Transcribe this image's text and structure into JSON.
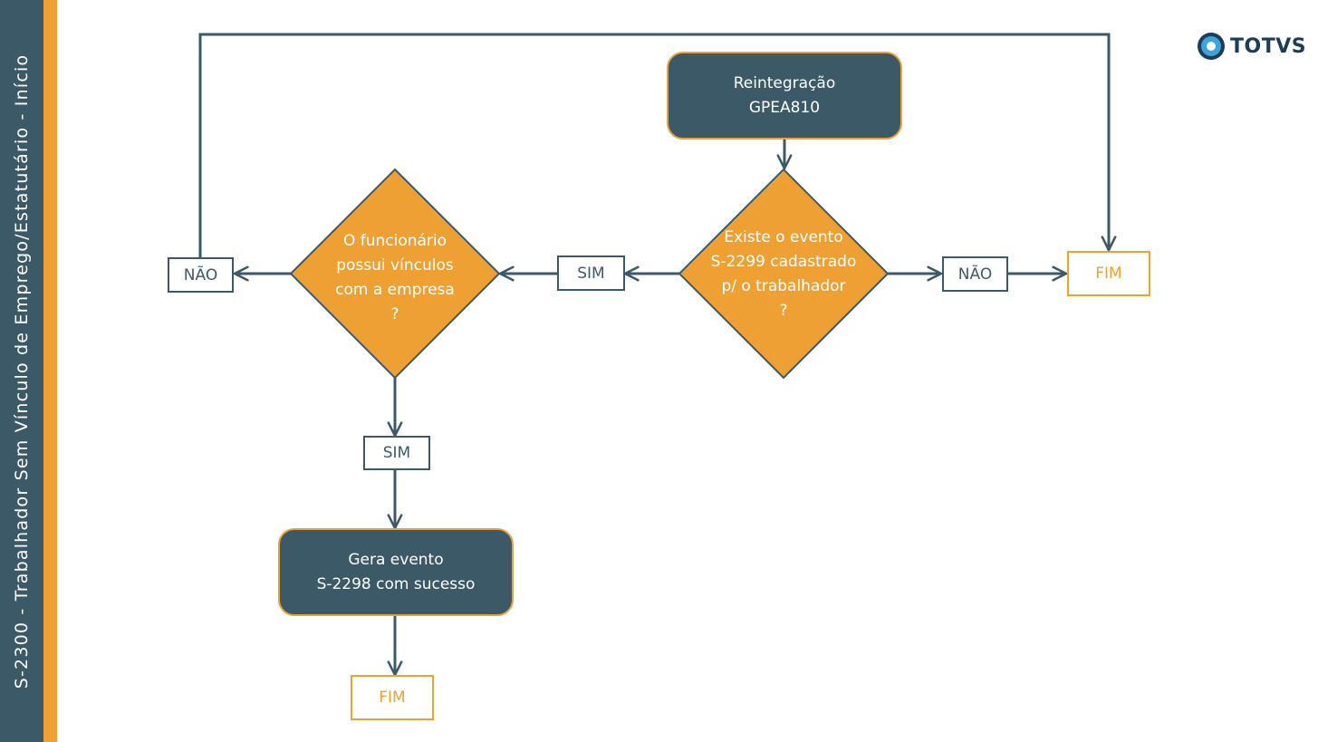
{
  "sidebar": {
    "title": "S-2300 - Trabalhador Sem Vínculo de Emprego/Estatutário - Início"
  },
  "logo": {
    "text": "TOTVS"
  },
  "colors": {
    "navy": "#3c5968",
    "orange": "#eea033",
    "white": "#ffffff"
  },
  "flow": {
    "start": "Reintegração\nGPEA810",
    "decision1": "Existe o evento\nS-2299 cadastrado\np/ o trabalhador\n?",
    "decision1_no": "NÃO",
    "decision1_yes": "SIM",
    "end_right": "FIM",
    "decision2": "O funcionário\npossui vínculos\ncom a empresa\n?",
    "decision2_no": "NÃO",
    "decision2_yes": "SIM",
    "process_generate": "Gera evento\nS-2298 com sucesso",
    "end_bottom": "FIM"
  }
}
